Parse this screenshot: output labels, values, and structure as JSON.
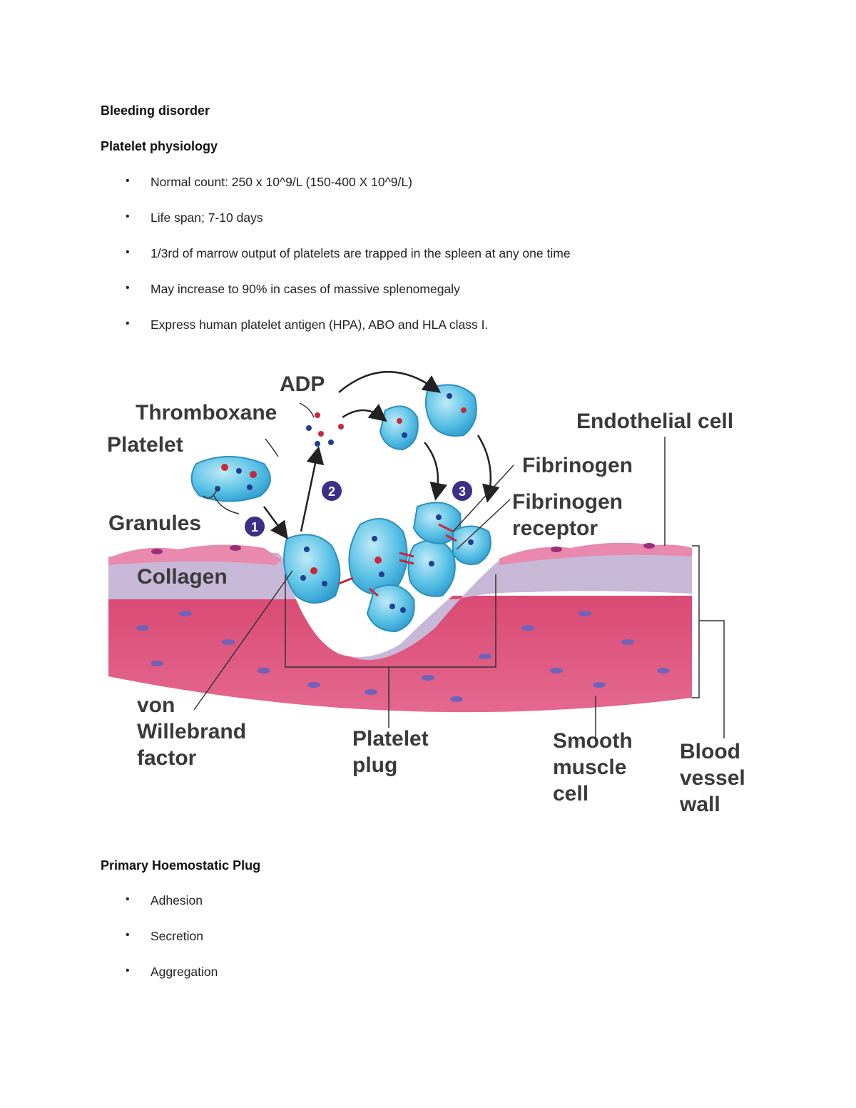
{
  "section1": {
    "title": "Bleeding disorder",
    "subtitle": "Platelet physiology",
    "bullets": [
      "Normal count: 250 x 10^9/L (150-400 X 10^9/L)",
      "Life span; 7-10 days",
      "1/3rd of marrow output of platelets are trapped in the spleen at any one time",
      "May increase to 90% in cases of massive splenomegaly",
      "Express human platelet antigen (HPA), ABO and HLA class I."
    ]
  },
  "diagram": {
    "labels": {
      "adp": "ADP",
      "thromboxane": "Thromboxane",
      "platelet": "Platelet",
      "granules": "Granules",
      "collagen": "Collagen",
      "endothelial": "Endothelial cell",
      "fibrinogen": "Fibrinogen",
      "fib_receptor_1": "Fibrinogen",
      "fib_receptor_2": "receptor",
      "vwf_1": "von",
      "vwf_2": "Willebrand",
      "vwf_3": "factor",
      "plug_1": "Platelet",
      "plug_2": "plug",
      "smooth_1": "Smooth",
      "smooth_2": "muscle",
      "smooth_3": "cell",
      "vessel_1": "Blood",
      "vessel_2": "vessel",
      "vessel_3": "wall"
    },
    "steps": [
      "1",
      "2",
      "3"
    ],
    "colors": {
      "platelet_fill": "#5cc3e6",
      "platelet_stroke": "#2a8fbf",
      "tissue": "#e0507a",
      "collagen_layer": "#c9b6d6",
      "endothelium": "#e889ad",
      "step_badge": "#3b2f86",
      "granule_red": "#c8283a",
      "granule_blue": "#223f8f"
    }
  },
  "section2": {
    "title": "Primary Hoemostatic Plug",
    "bullets": [
      "Adhesion",
      "Secretion",
      "Aggregation"
    ]
  }
}
